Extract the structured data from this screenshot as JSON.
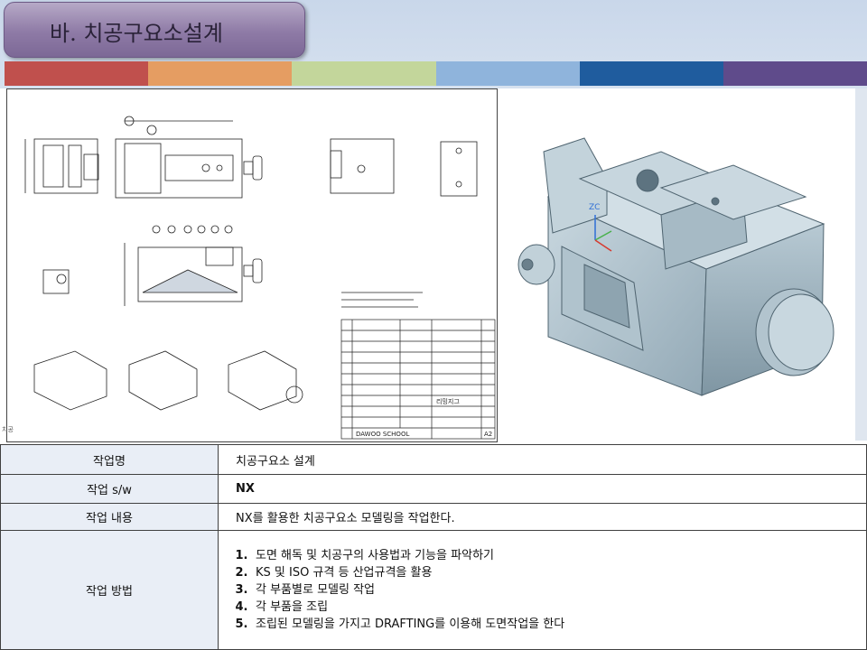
{
  "slide": {
    "title": "바. 치공구요소설계",
    "stripe_colors": [
      "#c0504d",
      "#e59d62",
      "#c3d69b",
      "#8fb4dc",
      "#1f5c9e",
      "#5f4b8b"
    ]
  },
  "drawing": {
    "corner_label": "치공",
    "title_block": {
      "school": "DAWOO SCHOOL",
      "sheet": "A2",
      "part": "리밍지그"
    }
  },
  "model": {
    "axis_label": "ZC"
  },
  "table": {
    "rows": [
      {
        "label": "작업명",
        "value": "치공구요소 설계"
      },
      {
        "label": "작업 s/w",
        "value": "NX"
      },
      {
        "label": "작업 내용",
        "value": "NX를 활용한  치공구요소 모델링을 작업한다."
      },
      {
        "label": "작업 방법",
        "steps": [
          "도면 해독 및 치공구의 사용법과 기능을 파악하기",
          "KS 및 ISO 규격 등 산업규격을 활용",
          "각 부품별로 모델링 작업",
          "각 부품을 조립",
          "조립된 모델링을 가지고  DRAFTING를 이용해 도면작업을 한다"
        ]
      }
    ]
  }
}
